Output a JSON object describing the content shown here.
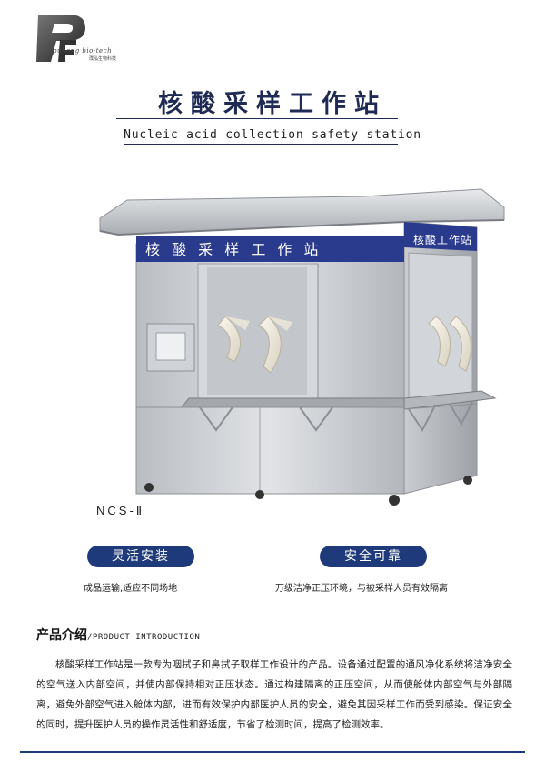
{
  "brand": {
    "logo_icon": "pr-monogram-logo",
    "name_en": "puhong  bio-tech",
    "name_cn": "璞泓生物科技"
  },
  "header": {
    "title_cn": "核酸采样工作站",
    "title_en": "Nucleic acid collection safety station"
  },
  "product": {
    "model": "NCS-Ⅱ",
    "banner_front": "核 酸 采 样 工 作 站",
    "banner_side": "核酸工作站"
  },
  "features": [
    {
      "label": "灵活安装",
      "desc": "成品运输,适应不同场地"
    },
    {
      "label": "安全可靠",
      "desc": "万级洁净正压环境，与被采样人员有效隔离"
    }
  ],
  "intro": {
    "heading_cn": "产品介绍",
    "heading_en": "/PRODUCT INTRODUCTION",
    "body": "核酸采样工作站是一款专为咽拭子和鼻拭子取样工作设计的产品。设备通过配置的通风净化系统将洁净安全的空气送入内部空间，并使内部保持相对正压状态。通过构建隔离的正压空间，从而使舱体内部空气与外部隔离，避免外部空气进入舱体内部，进而有效保护内部医护人员的安全，避免其因采样工作而受到感染。保证安全的同时，提升医护人员的操作灵活性和舒适度，节省了检测时间，提高了检测效率。"
  },
  "colors": {
    "navy": "#1f2a55",
    "pill_blue": "#1f3a7a",
    "steel": "#c9ccd0"
  }
}
